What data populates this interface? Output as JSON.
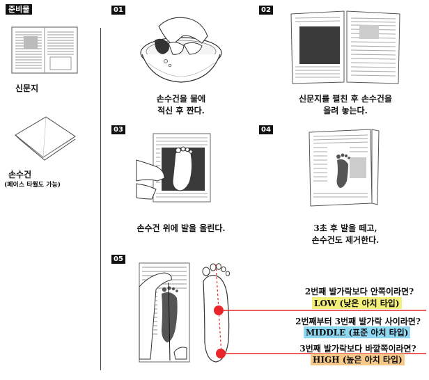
{
  "sidebar": {
    "title": "준비물",
    "items": [
      {
        "label": "신문지",
        "sub": ""
      },
      {
        "label": "손수건",
        "sub": "(페이스 타월도 가능)"
      }
    ]
  },
  "steps": [
    {
      "num": "01",
      "caption_l1": "손수건을 물에",
      "caption_l2": "적신 후 짠다."
    },
    {
      "num": "02",
      "caption_l1": "신문지를 펼친 후 손수건을",
      "caption_l2": "올려 놓는다."
    },
    {
      "num": "03",
      "caption_l1": "손수건 위에 발을 올린다.",
      "caption_l2": ""
    },
    {
      "num": "04",
      "caption_l1": "3초 후 발을 떼고,",
      "caption_l2": "손수건도 제거한다."
    },
    {
      "num": "05",
      "caption_l1": "",
      "caption_l2": ""
    }
  ],
  "arch": [
    {
      "question": "2번째 발가락보다 안쪽이라면?",
      "answer": "LOW (낮은 아치 타입)",
      "color": "#f2ef7a"
    },
    {
      "question": "2번째부터 3번째 발가락 사이라면?",
      "answer": "MIDDLE (표준 아치 타입)",
      "color": "#8fd6f0"
    },
    {
      "question": "3번째 발가락보다 바깥쪽이라면?",
      "answer": "HIGH (높은 아치 타입)",
      "color": "#f6c98a"
    }
  ],
  "colors": {
    "accent": "#e8262a",
    "ink": "#111111"
  }
}
